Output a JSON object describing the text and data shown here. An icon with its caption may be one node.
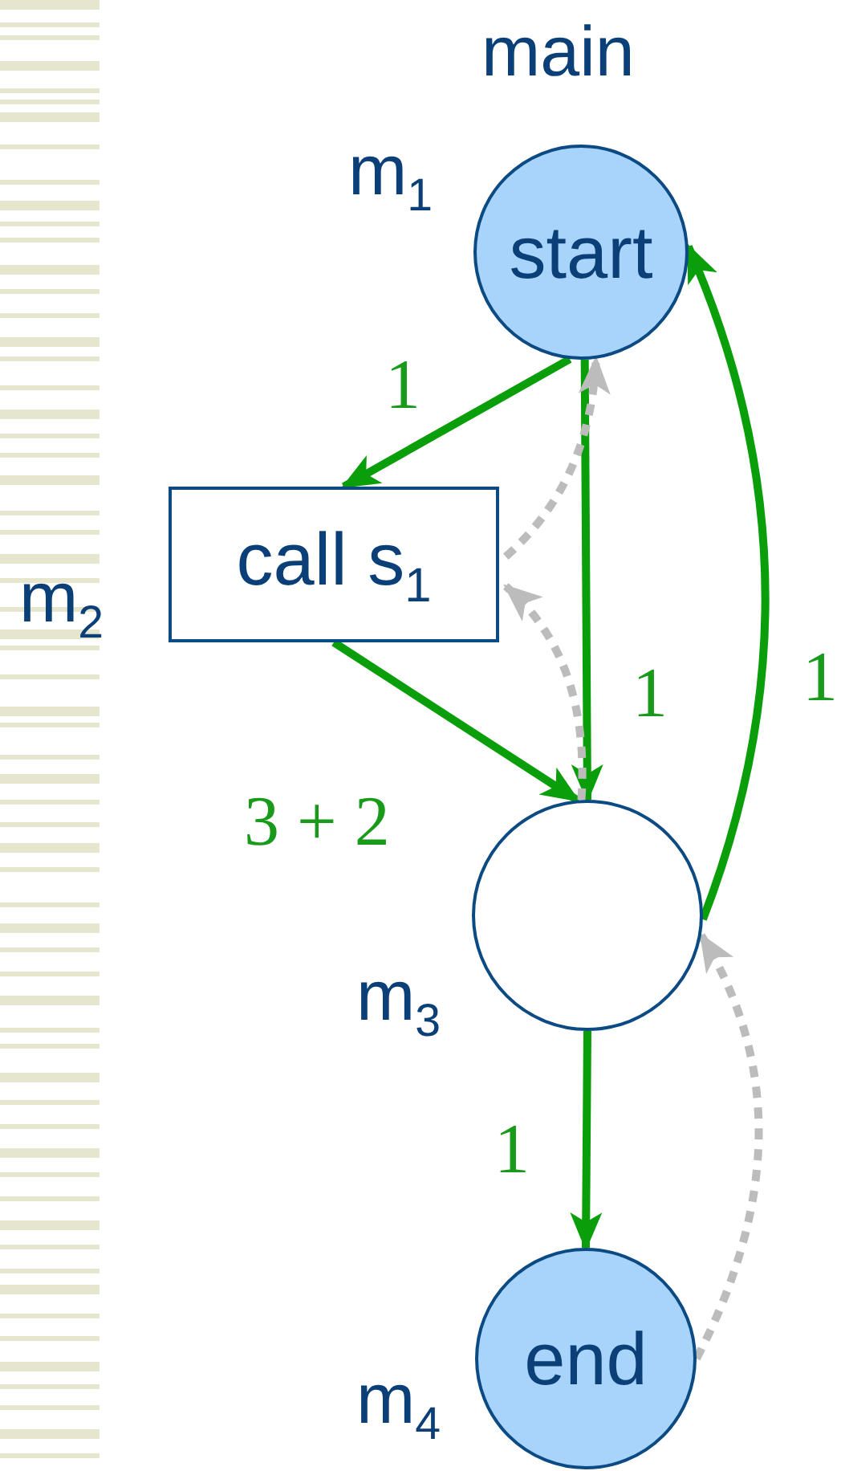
{
  "diagram": {
    "nodes": [
      {
        "text": [
          "start"
        ],
        "beside": [
          "main",
          "m$_{1}$"
        ]
      },
      {
        "text": [
          "call s$_{1}$"
        ],
        "beside": [
          "m$_{2}$"
        ]
      },
      {
        "text": [],
        "shape": "circle",
        "beside": [
          "m$_{3}$"
        ]
      },
      {
        "text": [
          "end"
        ],
        "beside": [
          "m$_{4}$"
        ]
      }
    ],
    "edges": [
      {
        "from": 0,
        "to": 1,
        "arrow": "to",
        "label": "1"
      },
      {
        "from": 1,
        "to": 2,
        "arrow": "to",
        "label": "3 + 2"
      },
      {
        "from": 0,
        "to": 2,
        "arrow": "to",
        "label": "1"
      },
      {
        "from": 2,
        "to": 0,
        "arrow": "to",
        "label": "1"
      },
      {
        "from": 2,
        "to": 3,
        "arrow": "to",
        "label": "1"
      },
      {
        "from": 2,
        "to": 1,
        "arrow": "to",
        "style": "dashed",
        "color": "#bcbcbc"
      },
      {
        "from": 1,
        "to": 0,
        "arrow": "to",
        "style": "dashed",
        "color": "#bcbcbc"
      },
      {
        "from": 3,
        "to": 2,
        "arrow": "to",
        "style": "dashed",
        "color": "#bcbcbc"
      }
    ]
  }
}
